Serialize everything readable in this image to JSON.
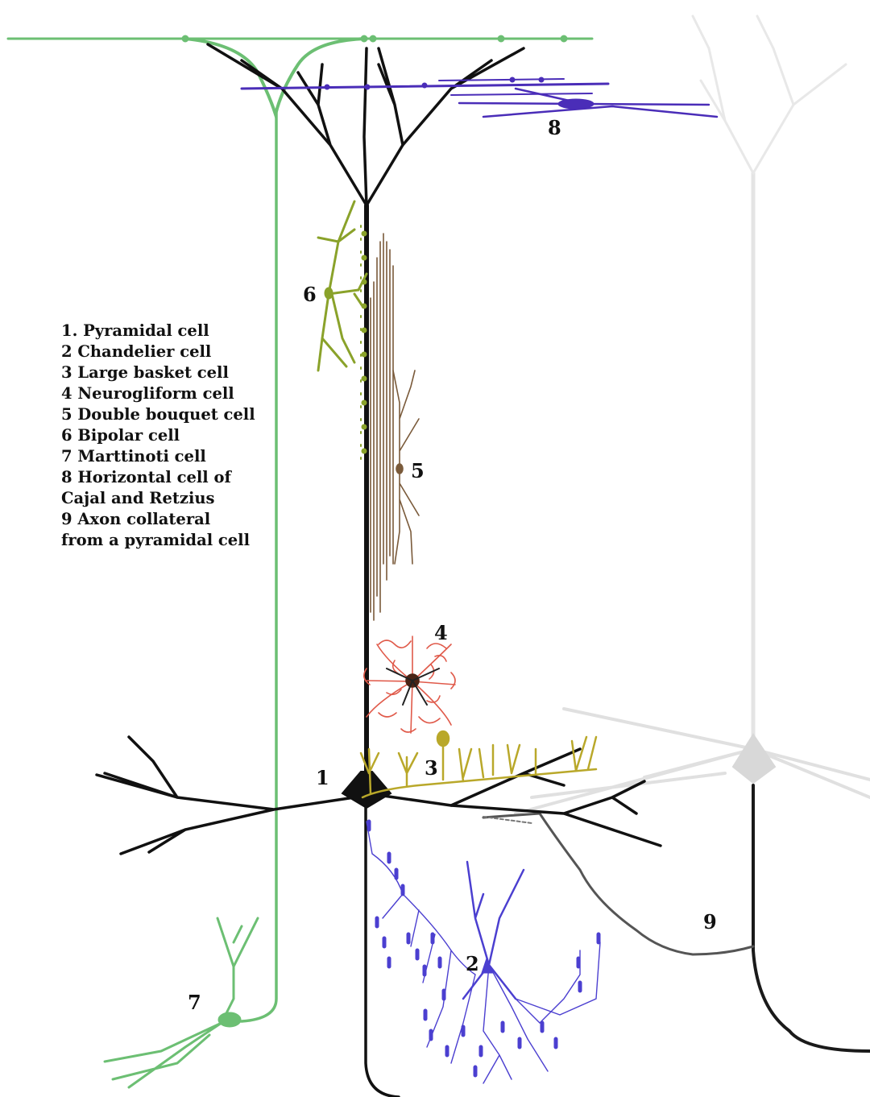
{
  "legend": {
    "lines": [
      "1. Pyramidal cell",
      "2 Chandelier cell",
      "3 Large basket cell",
      "4 Neurogliform cell",
      "5 Double bouquet cell",
      "6 Bipolar cell",
      "7 Marttinoti cell",
      "8 Horizontal cell of",
      "Cajal and Retzius",
      "9 Axon collateral",
      "from a pyramidal cell"
    ]
  },
  "cell_numbers": {
    "pyramidal": "1",
    "chandelier": "2",
    "basket": "3",
    "neurogliform": "4",
    "double_bouquet": "5",
    "bipolar": "6",
    "martinotti": "7",
    "horizontal": "8",
    "axon_collateral": "9"
  },
  "colors": {
    "pyramidal": "#111111",
    "martinotti": "#6cbf73",
    "horizontal": "#4a2db8",
    "bipolar": "#8aa22a",
    "double_bouquet": "#7a5a3a",
    "neurogliform": "#e05a4a",
    "neurogliform_soma": "#4a2416",
    "basket": "#b9a82a",
    "chandelier": "#4b3fd0",
    "ghost_pyramidal": "#e0e0e0",
    "axon_collateral": "#555555"
  }
}
